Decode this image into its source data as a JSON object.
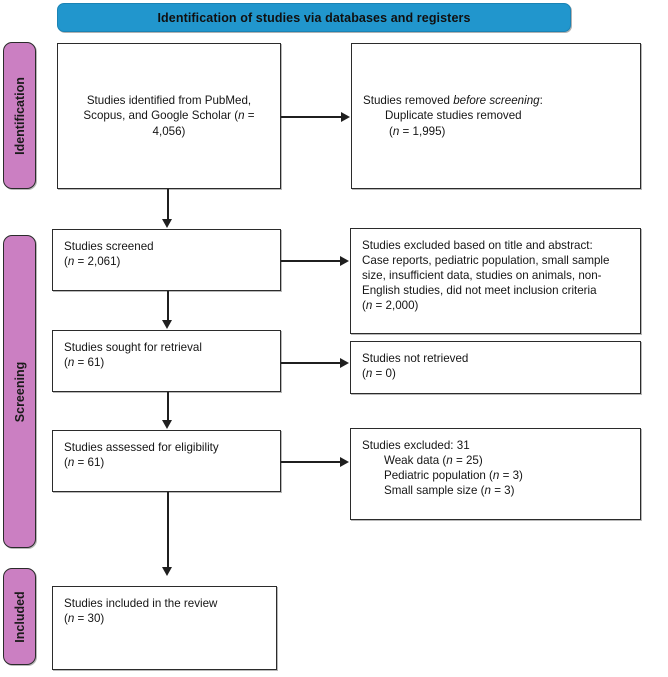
{
  "diagram": {
    "type": "prisma-flow-diagram",
    "banner": {
      "label": "Identification of studies via databases and registers",
      "color": "#2196cd"
    },
    "stage_bar_color": "#cb7fc2",
    "stages": [
      {
        "id": "identification",
        "label": "Identification"
      },
      {
        "id": "screening",
        "label": "Screening"
      },
      {
        "id": "included",
        "label": "Included"
      }
    ],
    "boxes": {
      "identified": {
        "line1": "Studies identified from PubMed,",
        "line2_pre": "Scopus, and Google Scholar (",
        "line2_italic": "n",
        "line2_post": " =",
        "line3": "4,056)"
      },
      "removed": {
        "line1_pre": "Studies removed ",
        "line1_italic": "before screening",
        "line1_post": ":",
        "line2": "Duplicate studies removed",
        "line3_pre": "(",
        "line3_italic": "n",
        "line3_post": " = 1,995)"
      },
      "screened": {
        "line1": "Studies screened",
        "line2_pre": "(",
        "line2_italic": "n",
        "line2_post": " = 2,061)"
      },
      "excluded_title_abstract": {
        "line1": "Studies excluded based on title and abstract:",
        "line2": "Case reports, pediatric population, small sample",
        "line3": "size, insufficient data, studies on animals, non-",
        "line4": "English studies, did not meet inclusion criteria",
        "line5_pre": "(",
        "line5_italic": "n",
        "line5_post": " = 2,000)"
      },
      "sought": {
        "line1": "Studies sought for retrieval",
        "line2_pre": "(",
        "line2_italic": "n",
        "line2_post": " = 61)"
      },
      "not_retrieved": {
        "line1": "Studies not retrieved",
        "line2_pre": "(",
        "line2_italic": "n",
        "line2_post": " = 0)"
      },
      "assessed": {
        "line1": "Studies assessed for eligibility",
        "line2_pre": "(",
        "line2_italic": "n",
        "line2_post": " = 61)"
      },
      "excluded_eligibility": {
        "line1": "Studies excluded: 31",
        "line2_pre": "Weak data (",
        "line2_italic": "n",
        "line2_post": " = 25)",
        "line3_pre": "Pediatric population (",
        "line3_italic": "n",
        "line3_post": " = 3)",
        "line4_pre": "Small sample size (",
        "line4_italic": "n",
        "line4_post": " = 3)"
      },
      "included": {
        "line1": "Studies included in the review",
        "line2_pre": "(",
        "line2_italic": "n",
        "line2_post": " = 30)"
      }
    }
  }
}
